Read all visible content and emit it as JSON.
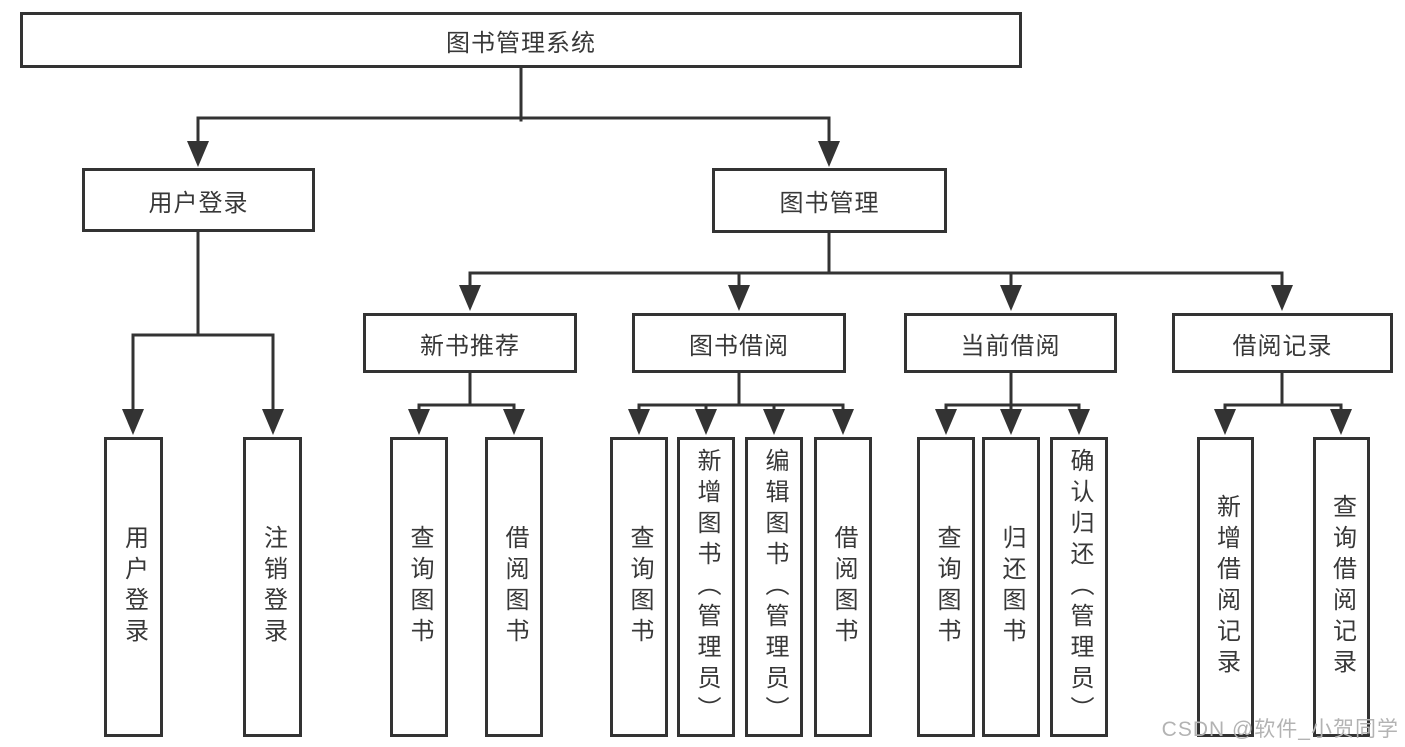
{
  "tree": {
    "label": "图书管理系统",
    "children": [
      {
        "label": "用户登录",
        "children": [
          {
            "label": "用户登录"
          },
          {
            "label": "注销登录"
          }
        ]
      },
      {
        "label": "图书管理",
        "children": [
          {
            "label": "新书推荐",
            "children": [
              {
                "label": "查询图书"
              },
              {
                "label": "借阅图书"
              }
            ]
          },
          {
            "label": "图书借阅",
            "children": [
              {
                "label": "查询图书"
              },
              {
                "label": "新增图书（管理员）"
              },
              {
                "label": "编辑图书（管理员）"
              },
              {
                "label": "借阅图书"
              }
            ]
          },
          {
            "label": "当前借阅",
            "children": [
              {
                "label": "查询图书"
              },
              {
                "label": "归还图书"
              },
              {
                "label": "确认归还（管理员）"
              }
            ]
          },
          {
            "label": "借阅记录",
            "children": [
              {
                "label": "新增借阅记录"
              },
              {
                "label": "查询借阅记录"
              }
            ]
          }
        ]
      }
    ]
  },
  "watermark": "CSDN @软件_小贺同学"
}
